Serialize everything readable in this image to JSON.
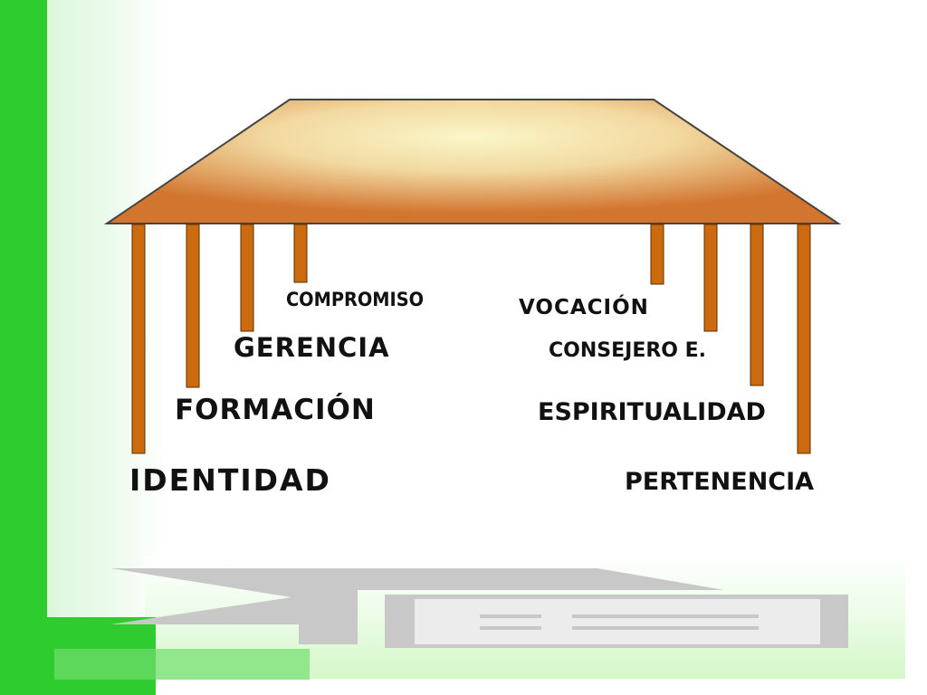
{
  "diagram": {
    "labels": {
      "compromiso": "COMPROMISO",
      "vocacion": "VOCACIÓN",
      "gerencia": "GERENCIA",
      "consejero": "CONSEJERO E.",
      "formacion": "FORMACIÓN",
      "espiritualidad": "ESPIRITUALIDAD",
      "identidad": "IDENTIDAD",
      "pertenencia": "PERTENENCIA"
    },
    "colors": {
      "roof_center": "#fbf6c8",
      "roof_edge": "#d2752f",
      "pillar": "#cc6a10",
      "pillar_outline": "#5a3000",
      "accent_green": "#2ecc2e",
      "light_green": "#92e68c",
      "scroll_gray": "#c8c8c8"
    }
  }
}
